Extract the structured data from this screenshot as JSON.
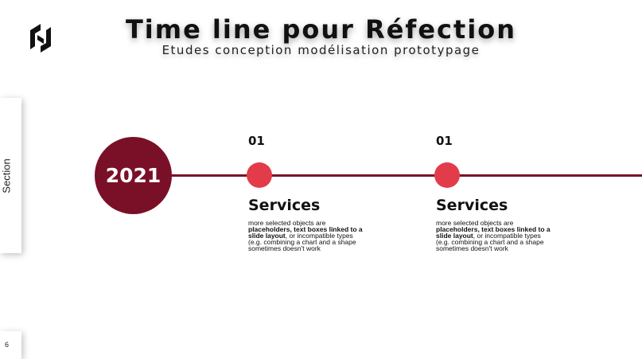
{
  "header": {
    "title": "Time line pour Réfection",
    "subtitle": "Etudes conception modélisation prototypage"
  },
  "sidebar": {
    "section_label": "Section",
    "page_number": "6"
  },
  "timeline": {
    "year": "2021",
    "accent_color": "#7a1028",
    "dot_color": "#e23c4a",
    "milestones": [
      {
        "number": "01",
        "title": "Services",
        "desc_start": "more selected objects are ",
        "desc_bold1": "placeholders",
        "desc_sep": ", ",
        "desc_bold2": "text boxes linked to a slide layout",
        "desc_end": ", or incompatible types (e.g. combining a chart and a shape sometimes doesn't work"
      },
      {
        "number": "01",
        "title": "Services",
        "desc_start": "more selected objects are ",
        "desc_bold1": "placeholders",
        "desc_sep": ", ",
        "desc_bold2": "text boxes linked to a slide layout",
        "desc_end": ", or incompatible types (e.g. combining a chart and a shape sometimes doesn't work"
      }
    ]
  },
  "icons": {
    "logo": "brand-logo-icon"
  }
}
